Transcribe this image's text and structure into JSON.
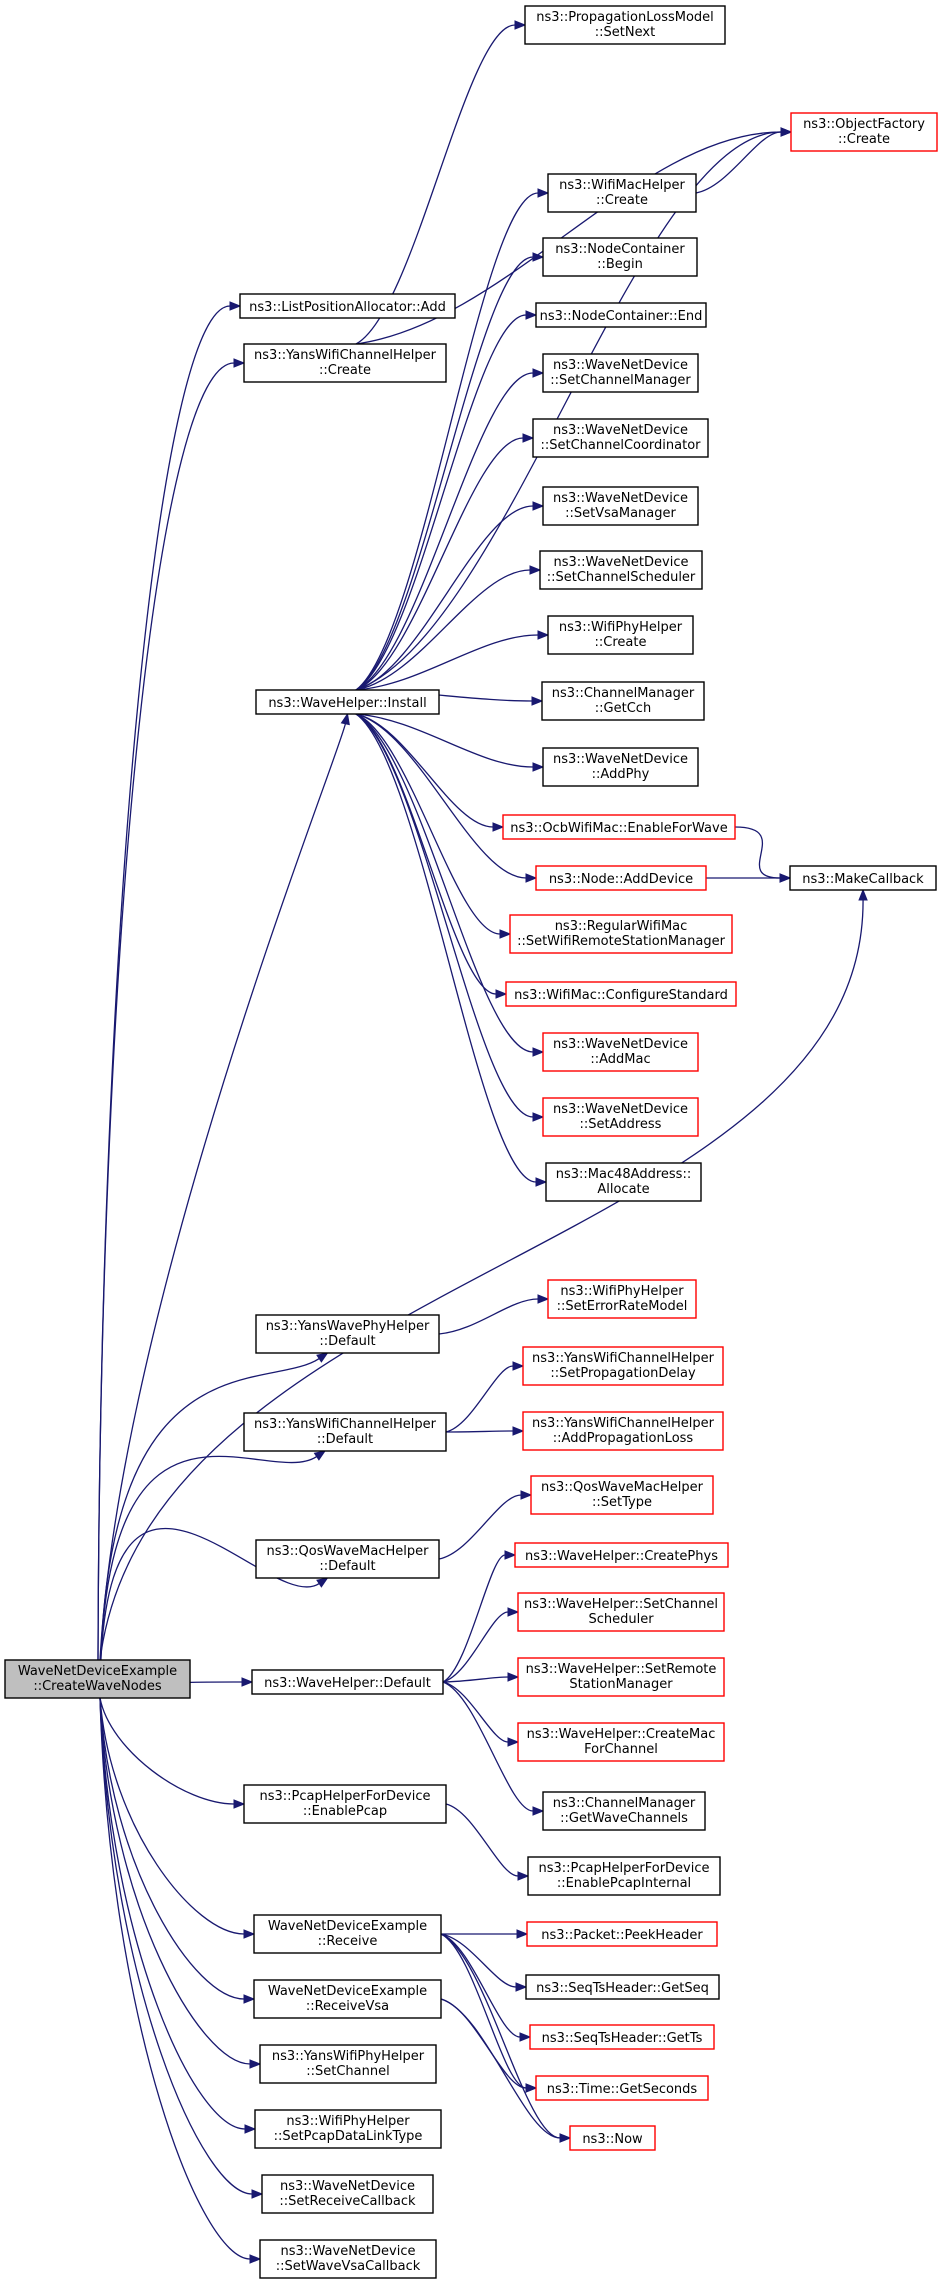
{
  "nodes": [
    {
      "id": "root",
      "lines": [
        "WaveNetDeviceExample",
        "::CreateWaveNodes"
      ],
      "style": "root"
    },
    {
      "id": "listpos_add",
      "lines": [
        "ns3::ListPositionAllocator::Add"
      ],
      "style": "black"
    },
    {
      "id": "yanschan_create",
      "lines": [
        "ns3::YansWifiChannelHelper",
        "::Create"
      ],
      "style": "black"
    },
    {
      "id": "waveinstall",
      "lines": [
        "ns3::WaveHelper::Install"
      ],
      "style": "black"
    },
    {
      "id": "yanswavephy_default",
      "lines": [
        "ns3::YansWavePhyHelper",
        "::Default"
      ],
      "style": "black"
    },
    {
      "id": "yanschan_default",
      "lines": [
        "ns3::YansWifiChannelHelper",
        "::Default"
      ],
      "style": "black"
    },
    {
      "id": "qoswavemac_default",
      "lines": [
        "ns3::QosWaveMacHelper",
        "::Default"
      ],
      "style": "black"
    },
    {
      "id": "wavehelper_default",
      "lines": [
        "ns3::WaveHelper::Default"
      ],
      "style": "black"
    },
    {
      "id": "pcap_enable",
      "lines": [
        "ns3::PcapHelperForDevice",
        "::EnablePcap"
      ],
      "style": "black"
    },
    {
      "id": "wnde_receive",
      "lines": [
        "WaveNetDeviceExample",
        "::Receive"
      ],
      "style": "black"
    },
    {
      "id": "wnde_receivevsa",
      "lines": [
        "WaveNetDeviceExample",
        "::ReceiveVsa"
      ],
      "style": "black"
    },
    {
      "id": "yansphy_setchannel",
      "lines": [
        "ns3::YansWifiPhyHelper",
        "::SetChannel"
      ],
      "style": "black"
    },
    {
      "id": "wifiphy_setpcap",
      "lines": [
        "ns3::WifiPhyHelper",
        "::SetPcapDataLinkType"
      ],
      "style": "black"
    },
    {
      "id": "wnd_setreceivecb",
      "lines": [
        "ns3::WaveNetDevice",
        "::SetReceiveCallback"
      ],
      "style": "black"
    },
    {
      "id": "wnd_setwavevsacb",
      "lines": [
        "ns3::WaveNetDevice",
        "::SetWaveVsaCallback"
      ],
      "style": "black"
    },
    {
      "id": "proploss_setnext",
      "lines": [
        "ns3::PropagationLossModel",
        "::SetNext"
      ],
      "style": "black"
    },
    {
      "id": "objfactory_create",
      "lines": [
        "ns3::ObjectFactory",
        "::Create"
      ],
      "style": "red"
    },
    {
      "id": "wifimac_create",
      "lines": [
        "ns3::WifiMacHelper",
        "::Create"
      ],
      "style": "black"
    },
    {
      "id": "nodecont_begin",
      "lines": [
        "ns3::NodeContainer",
        "::Begin"
      ],
      "style": "black"
    },
    {
      "id": "nodecont_end",
      "lines": [
        "ns3::NodeContainer::End"
      ],
      "style": "black"
    },
    {
      "id": "wnd_setchanmgr",
      "lines": [
        "ns3::WaveNetDevice",
        "::SetChannelManager"
      ],
      "style": "black"
    },
    {
      "id": "wnd_setchancoord",
      "lines": [
        "ns3::WaveNetDevice",
        "::SetChannelCoordinator"
      ],
      "style": "black"
    },
    {
      "id": "wnd_setvsamgr",
      "lines": [
        "ns3::WaveNetDevice",
        "::SetVsaManager"
      ],
      "style": "black"
    },
    {
      "id": "wnd_setchansched",
      "lines": [
        "ns3::WaveNetDevice",
        "::SetChannelScheduler"
      ],
      "style": "black"
    },
    {
      "id": "wifiphy_create",
      "lines": [
        "ns3::WifiPhyHelper",
        "::Create"
      ],
      "style": "black"
    },
    {
      "id": "chanmgr_getcch",
      "lines": [
        "ns3::ChannelManager",
        "::GetCch"
      ],
      "style": "black"
    },
    {
      "id": "wnd_addphy",
      "lines": [
        "ns3::WaveNetDevice",
        "::AddPhy"
      ],
      "style": "black"
    },
    {
      "id": "ocb_enablewave",
      "lines": [
        "ns3::OcbWifiMac::EnableForWave"
      ],
      "style": "red"
    },
    {
      "id": "node_adddevice",
      "lines": [
        "ns3::Node::AddDevice"
      ],
      "style": "red"
    },
    {
      "id": "makecallback",
      "lines": [
        "ns3::MakeCallback"
      ],
      "style": "black"
    },
    {
      "id": "regmac_setrsm",
      "lines": [
        "ns3::RegularWifiMac",
        "::SetWifiRemoteStationManager"
      ],
      "style": "red"
    },
    {
      "id": "wifimac_configstd",
      "lines": [
        "ns3::WifiMac::ConfigureStandard"
      ],
      "style": "red"
    },
    {
      "id": "wnd_addmac",
      "lines": [
        "ns3::WaveNetDevice",
        "::AddMac"
      ],
      "style": "red"
    },
    {
      "id": "wnd_setaddress",
      "lines": [
        "ns3::WaveNetDevice",
        "::SetAddress"
      ],
      "style": "red"
    },
    {
      "id": "mac48_allocate",
      "lines": [
        "ns3::Mac48Address::",
        "Allocate"
      ],
      "style": "black"
    },
    {
      "id": "wifiphy_seterr",
      "lines": [
        "ns3::WifiPhyHelper",
        "::SetErrorRateModel"
      ],
      "style": "red"
    },
    {
      "id": "yanschan_setpropdelay",
      "lines": [
        "ns3::YansWifiChannelHelper",
        "::SetPropagationDelay"
      ],
      "style": "red"
    },
    {
      "id": "yanschan_addproploss",
      "lines": [
        "ns3::YansWifiChannelHelper",
        "::AddPropagationLoss"
      ],
      "style": "red"
    },
    {
      "id": "qoswavemac_settype",
      "lines": [
        "ns3::QosWaveMacHelper",
        "::SetType"
      ],
      "style": "red"
    },
    {
      "id": "wavehelper_createphys",
      "lines": [
        "ns3::WaveHelper::CreatePhys"
      ],
      "style": "red"
    },
    {
      "id": "wavehelper_setchansched",
      "lines": [
        "ns3::WaveHelper::SetChannel",
        "Scheduler"
      ],
      "style": "red"
    },
    {
      "id": "wavehelper_setrsm",
      "lines": [
        "ns3::WaveHelper::SetRemote",
        "StationManager"
      ],
      "style": "red"
    },
    {
      "id": "wavehelper_createmac",
      "lines": [
        "ns3::WaveHelper::CreateMac",
        "ForChannel"
      ],
      "style": "red"
    },
    {
      "id": "chanmgr_getwavechans",
      "lines": [
        "ns3::ChannelManager",
        "::GetWaveChannels"
      ],
      "style": "black"
    },
    {
      "id": "pcap_enableinternal",
      "lines": [
        "ns3::PcapHelperForDevice",
        "::EnablePcapInternal"
      ],
      "style": "black"
    },
    {
      "id": "packet_peekheader",
      "lines": [
        "ns3::Packet::PeekHeader"
      ],
      "style": "red"
    },
    {
      "id": "seqts_getseq",
      "lines": [
        "ns3::SeqTsHeader::GetSeq"
      ],
      "style": "black"
    },
    {
      "id": "seqts_getts",
      "lines": [
        "ns3::SeqTsHeader::GetTs"
      ],
      "style": "red"
    },
    {
      "id": "time_getseconds",
      "lines": [
        "ns3::Time::GetSeconds"
      ],
      "style": "red"
    },
    {
      "id": "now",
      "lines": [
        "ns3::Now"
      ],
      "style": "red"
    }
  ],
  "edges": [
    [
      "root",
      "listpos_add"
    ],
    [
      "root",
      "yanschan_create"
    ],
    [
      "root",
      "waveinstall"
    ],
    [
      "root",
      "makecallback"
    ],
    [
      "root",
      "yanswavephy_default"
    ],
    [
      "root",
      "yanschan_default"
    ],
    [
      "root",
      "qoswavemac_default"
    ],
    [
      "root",
      "wavehelper_default"
    ],
    [
      "root",
      "pcap_enable"
    ],
    [
      "root",
      "wnde_receive"
    ],
    [
      "root",
      "wnde_receivevsa"
    ],
    [
      "root",
      "yansphy_setchannel"
    ],
    [
      "root",
      "wifiphy_setpcap"
    ],
    [
      "root",
      "wnd_setreceivecb"
    ],
    [
      "root",
      "wnd_setwavevsacb"
    ],
    [
      "yanschan_create",
      "proploss_setnext"
    ],
    [
      "yanschan_create",
      "objfactory_create"
    ],
    [
      "waveinstall",
      "objfactory_create"
    ],
    [
      "waveinstall",
      "wifimac_create"
    ],
    [
      "waveinstall",
      "nodecont_begin"
    ],
    [
      "waveinstall",
      "nodecont_end"
    ],
    [
      "waveinstall",
      "wnd_setchanmgr"
    ],
    [
      "waveinstall",
      "wnd_setchancoord"
    ],
    [
      "waveinstall",
      "wnd_setvsamgr"
    ],
    [
      "waveinstall",
      "wnd_setchansched"
    ],
    [
      "waveinstall",
      "wifiphy_create"
    ],
    [
      "waveinstall",
      "chanmgr_getcch"
    ],
    [
      "waveinstall",
      "wnd_addphy"
    ],
    [
      "waveinstall",
      "ocb_enablewave"
    ],
    [
      "waveinstall",
      "node_adddevice"
    ],
    [
      "waveinstall",
      "regmac_setrsm"
    ],
    [
      "waveinstall",
      "wifimac_configstd"
    ],
    [
      "waveinstall",
      "wnd_addmac"
    ],
    [
      "waveinstall",
      "wnd_setaddress"
    ],
    [
      "waveinstall",
      "mac48_allocate"
    ],
    [
      "wifimac_create",
      "objfactory_create"
    ],
    [
      "ocb_enablewave",
      "makecallback"
    ],
    [
      "node_adddevice",
      "makecallback"
    ],
    [
      "yanswavephy_default",
      "wifiphy_seterr"
    ],
    [
      "yanschan_default",
      "yanschan_setpropdelay"
    ],
    [
      "yanschan_default",
      "yanschan_addproploss"
    ],
    [
      "qoswavemac_default",
      "qoswavemac_settype"
    ],
    [
      "wavehelper_default",
      "wavehelper_createphys"
    ],
    [
      "wavehelper_default",
      "wavehelper_setchansched"
    ],
    [
      "wavehelper_default",
      "wavehelper_setrsm"
    ],
    [
      "wavehelper_default",
      "wavehelper_createmac"
    ],
    [
      "wavehelper_default",
      "chanmgr_getwavechans"
    ],
    [
      "pcap_enable",
      "pcap_enableinternal"
    ],
    [
      "wnde_receive",
      "packet_peekheader"
    ],
    [
      "wnde_receive",
      "seqts_getseq"
    ],
    [
      "wnde_receive",
      "seqts_getts"
    ],
    [
      "wnde_receive",
      "time_getseconds"
    ],
    [
      "wnde_receive",
      "now"
    ],
    [
      "wnde_receivevsa",
      "time_getseconds"
    ],
    [
      "wnde_receivevsa",
      "now"
    ]
  ]
}
